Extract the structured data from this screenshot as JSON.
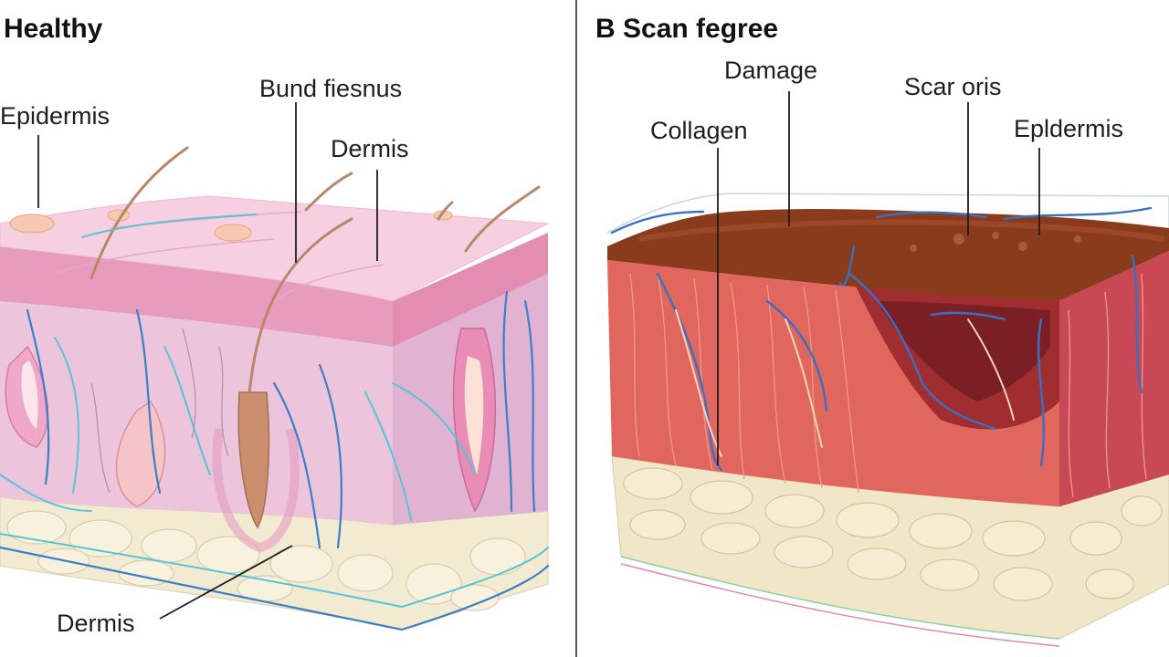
{
  "panels": {
    "healthy": {
      "title": "Healthy",
      "labels": {
        "epidermis": "Epidermis",
        "burned_tissue": "Bund fiesnus",
        "dermis_top": "Dermis",
        "dermis_bottom": "Dermis"
      }
    },
    "scarred": {
      "title": "B Scan fegree",
      "labels": {
        "damage": "Damage",
        "collagen": "Collagen",
        "scar_tissue": "Scar oris",
        "epidermis": "Epldermis"
      }
    }
  },
  "colors": {
    "healthy_skin": "#f4c8dc",
    "healthy_band": "#e8a0c0",
    "scar_red": "#d9544f",
    "scar_crust": "#8a3b1c",
    "fat": "#f3ead2",
    "vessel_blue": "#3b7fc4",
    "vessel_cyan": "#58c4d8",
    "divider": "#555555"
  },
  "icons": [
    "hair-follicle-icon",
    "blood-vessel-icon",
    "fat-cell-icon"
  ]
}
